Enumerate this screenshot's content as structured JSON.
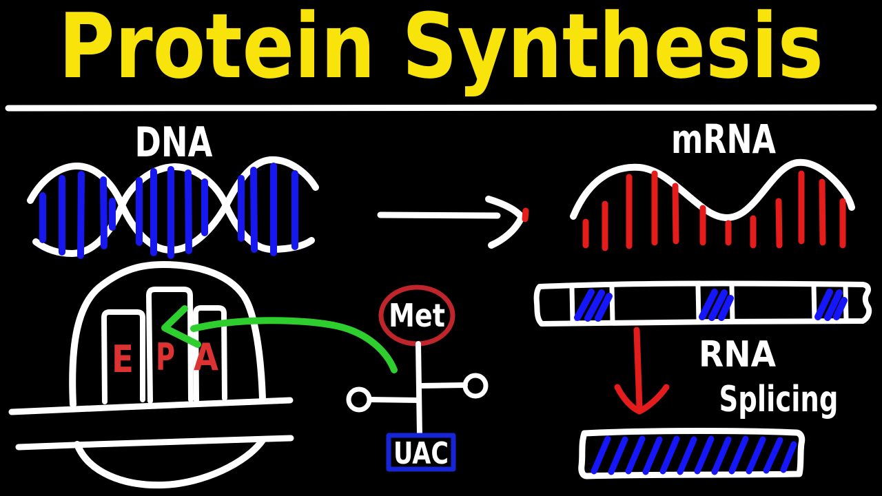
{
  "palette": {
    "background": "#000000",
    "title_yellow": "#F8E40A",
    "ink_white": "#FFFFFF",
    "dna_base_blue": "#1717EF",
    "mrna_base_red": "#E41C1C",
    "trna_arrow_green": "#2DCE2D",
    "met_ring_red": "#C0252C",
    "site_letter_red": "#DC3232",
    "splicing_arrow_red": "#E41414",
    "anticodon_box_blue": "#1626D6",
    "exon_hatch_blue": "#1616FA"
  },
  "title": "Protein Synthesis",
  "labels": {
    "dna": "DNA",
    "mrna": "mRNA",
    "rna_splicing_line1": "RNA",
    "rna_splicing_line2": "Splicing"
  },
  "ribosome": {
    "sites": [
      "E",
      "P",
      "A"
    ]
  },
  "trna": {
    "amino_acid": "Met",
    "anticodon": "UAC"
  }
}
